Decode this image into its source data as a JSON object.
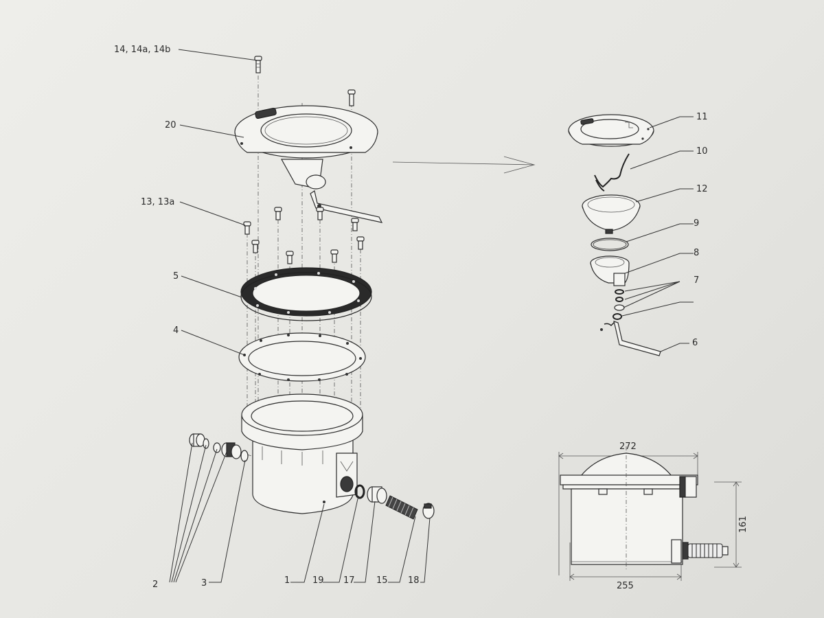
{
  "labels": {
    "screws_top": "14, 14a, 14b",
    "trim_ring": "20",
    "screws_mid": "13, 13a",
    "gasket": "5",
    "flange": "4",
    "seal_kit": "2",
    "gland": "3",
    "body": "1",
    "washer": "19",
    "nut": "17",
    "sleeve": "15",
    "clamp": "18",
    "cover": "11",
    "spring_clip": "10",
    "lamp": "12",
    "oring": "9",
    "lamp_holder": "8",
    "seals": "7",
    "cable": "6"
  },
  "dimensions": {
    "top_width": "272",
    "bottom_width": "255",
    "height": "161"
  },
  "colors": {
    "ink": "#2b2b2b",
    "paper": "#ebebe7"
  }
}
